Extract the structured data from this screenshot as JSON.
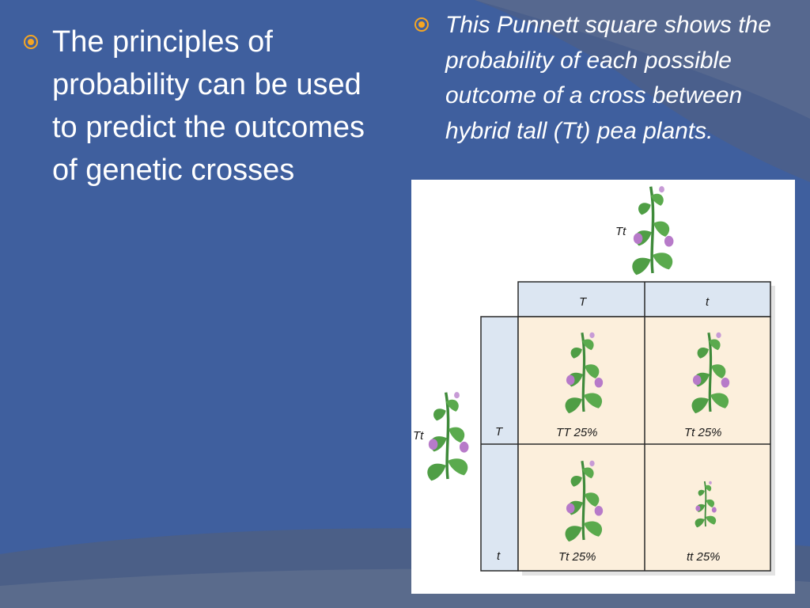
{
  "slide": {
    "left_bullet": "The principles of probability can be used to predict the outcomes of genetic crosses",
    "right_bullet": "This Punnett square shows the probability of each possible outcome of a cross between hybrid tall (Tt) pea plants."
  },
  "punnett": {
    "top_parent": "Tt",
    "left_parent": "Tt",
    "col_headers": [
      "T",
      "t"
    ],
    "row_headers": [
      "T",
      "t"
    ],
    "cells": [
      "TT 25%",
      "Tt 25%",
      "Tt 25%",
      "tt 25%"
    ]
  },
  "colors": {
    "background": "#3f5f9e",
    "bullet_accent": "#f5a623",
    "header_fill": "#dce6f2",
    "cell_fill": "#fcefdc"
  }
}
